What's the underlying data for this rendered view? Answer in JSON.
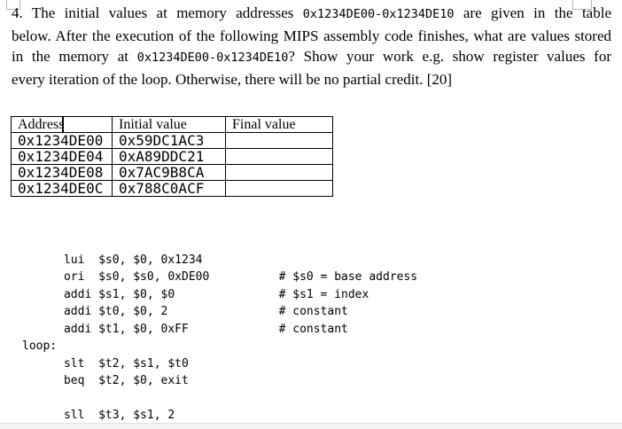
{
  "document": {
    "problem_statement": {
      "lines": [
        {
          "segments": [
            {
              "text": "4. The initial values at memory addresses "
            },
            {
              "text": "0x1234DE00-0x1234DE10"
            },
            {
              "text": " are given in the table"
            }
          ]
        },
        {
          "segments": [
            {
              "text": "below. After the execution of the following MIPS assembly code finishes, what are values stored"
            }
          ]
        },
        {
          "segments": [
            {
              "text": "in the memory at "
            },
            {
              "text": "0x1234DE00-0x1234DE10"
            },
            {
              "text": "? Show your work e.g. show register values for"
            }
          ]
        },
        {
          "segments": [
            {
              "text": "every iteration of the loop. Otherwise, there will be no partial credit. [20]"
            }
          ]
        }
      ]
    },
    "memory_table": {
      "headers": [
        "Address",
        "Initial value",
        "Final value"
      ],
      "rows": [
        {
          "cells": [
            "0x1234DE00",
            "0x59DC1AC3",
            ""
          ]
        },
        {
          "cells": [
            "0x1234DE04",
            "0xA89DDC21",
            ""
          ]
        },
        {
          "cells": [
            "0x1234DE08",
            "0x7AC9B8CA",
            ""
          ]
        },
        {
          "cells": [
            "0x1234DE0C",
            "0x788C0ACF",
            ""
          ]
        }
      ]
    },
    "assembly_code": {
      "text": "      lui  $s0, $0, 0x1234\n      ori  $s0, $s0, 0xDE00          # $s0 = base address\n      addi $s1, $0, $0               # $s1 = index\n      addi $t0, $0, 2                # constant\n      addi $t1, $0, 0xFF             # constant\nloop:\n      slt  $t2, $s1, $t0\n      beq  $t2, $0, exit\n\n      sll  $t3, $s1, 2"
    }
  }
}
